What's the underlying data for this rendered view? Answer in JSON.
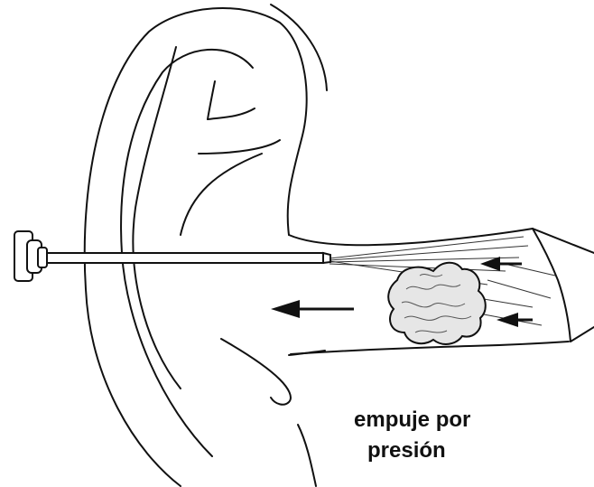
{
  "caption": {
    "line1": "empuje por",
    "line2": "presión"
  },
  "colors": {
    "ink": "#111111",
    "background": "#ffffff",
    "wax_fill": "#e6e6e6"
  },
  "icons": [
    "ear-outline",
    "syringe-nozzle",
    "earwax-plug",
    "direction-arrow"
  ]
}
